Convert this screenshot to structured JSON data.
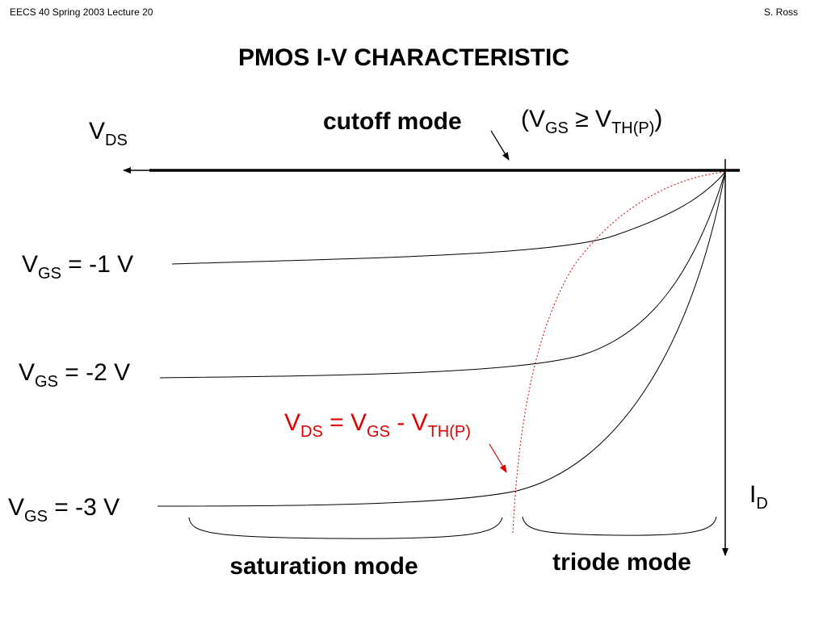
{
  "header": {
    "left": "EECS 40 Spring 2003  Lecture 20",
    "right": "S. Ross"
  },
  "title": "PMOS I-V CHARACTERISTIC",
  "axes": {
    "x_main": "V",
    "x_sub": "DS",
    "y_main": "I",
    "y_sub": "D"
  },
  "cutoff": {
    "label": "cutoff mode",
    "cond_open": "(V",
    "cond_sub1": "GS",
    "cond_mid": " ≥ V",
    "cond_sub2": "TH(P)",
    "cond_close": ")"
  },
  "curves": [
    {
      "main": "V",
      "sub": "GS",
      "rest": " = -1 V"
    },
    {
      "main": "V",
      "sub": "GS",
      "rest": " = -2 V"
    },
    {
      "main": "V",
      "sub": "GS",
      "rest": " = -3 V"
    }
  ],
  "boundary": {
    "v1": "V",
    "s1": "DS",
    "eq": " = V",
    "s2": "GS",
    "minus": " - V",
    "s3": "TH(P)"
  },
  "regions": {
    "saturation": "saturation mode",
    "triode": "triode mode"
  },
  "colors": {
    "boundary": "#e00000",
    "ink": "#000000"
  }
}
